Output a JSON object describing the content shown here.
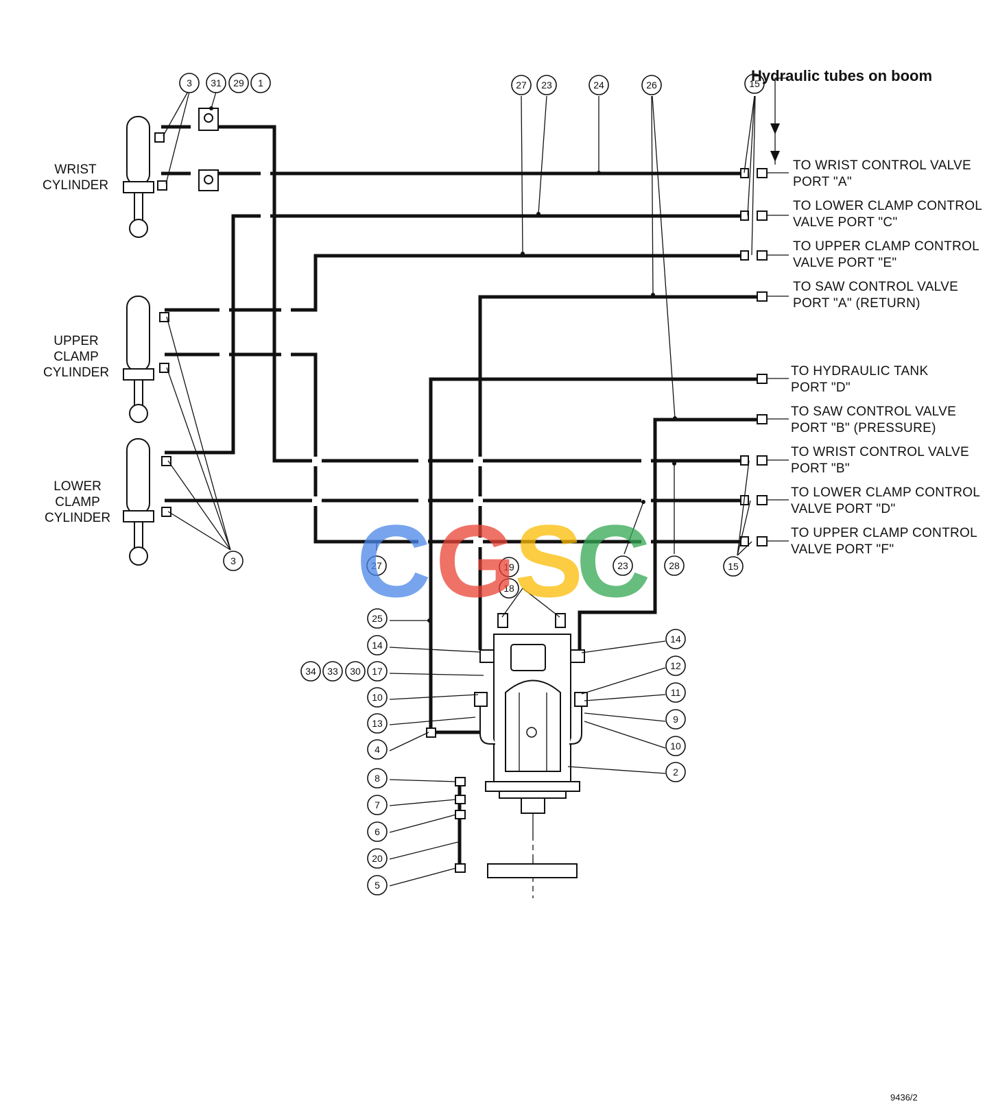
{
  "heading": "Hydraulic tubes on boom",
  "figure_number": "9436/2",
  "cylinders": {
    "wrist": [
      "WRIST",
      "CYLINDER"
    ],
    "upper_clamp": [
      "UPPER",
      "CLAMP",
      "CYLINDER"
    ],
    "lower_clamp": [
      "LOWER",
      "CLAMP",
      "CYLINDER"
    ]
  },
  "connections": [
    [
      "TO WRIST CONTROL VALVE",
      "PORT \"A\""
    ],
    [
      "TO LOWER CLAMP CONTROL",
      "VALVE PORT \"C\""
    ],
    [
      "TO UPPER CLAMP CONTROL",
      "VALVE PORT \"E\""
    ],
    [
      "TO SAW CONTROL VALVE",
      "PORT \"A\" (RETURN)"
    ],
    [
      "TO HYDRAULIC TANK",
      "PORT \"D\""
    ],
    [
      "TO SAW CONTROL VALVE",
      "PORT \"B\" (PRESSURE)"
    ],
    [
      "TO WRIST CONTROL VALVE",
      "PORT \"B\""
    ],
    [
      "TO LOWER CLAMP CONTROL",
      "VALVE PORT \"D\""
    ],
    [
      "TO UPPER CLAMP CONTROL",
      "VALVE PORT \"F\""
    ]
  ],
  "callouts": {
    "top_left": [
      "3",
      "31",
      "29",
      "1"
    ],
    "top_mid": [
      "27",
      "23",
      "24",
      "26",
      "15"
    ],
    "left_bottom": "3",
    "row_mid": [
      "27",
      "19",
      "18",
      "23",
      "28",
      "15"
    ],
    "motor_left": [
      "25",
      "14",
      "34",
      "33",
      "30",
      "17",
      "10",
      "13",
      "4",
      "8",
      "7",
      "6",
      "20",
      "5"
    ],
    "motor_right": [
      "14",
      "12",
      "11",
      "9",
      "10",
      "2"
    ]
  },
  "watermark": {
    "letters": [
      "C",
      "G",
      "S",
      "C"
    ],
    "colors": [
      "#4a86e8",
      "#ea4335",
      "#fbbc05",
      "#34a853"
    ]
  }
}
